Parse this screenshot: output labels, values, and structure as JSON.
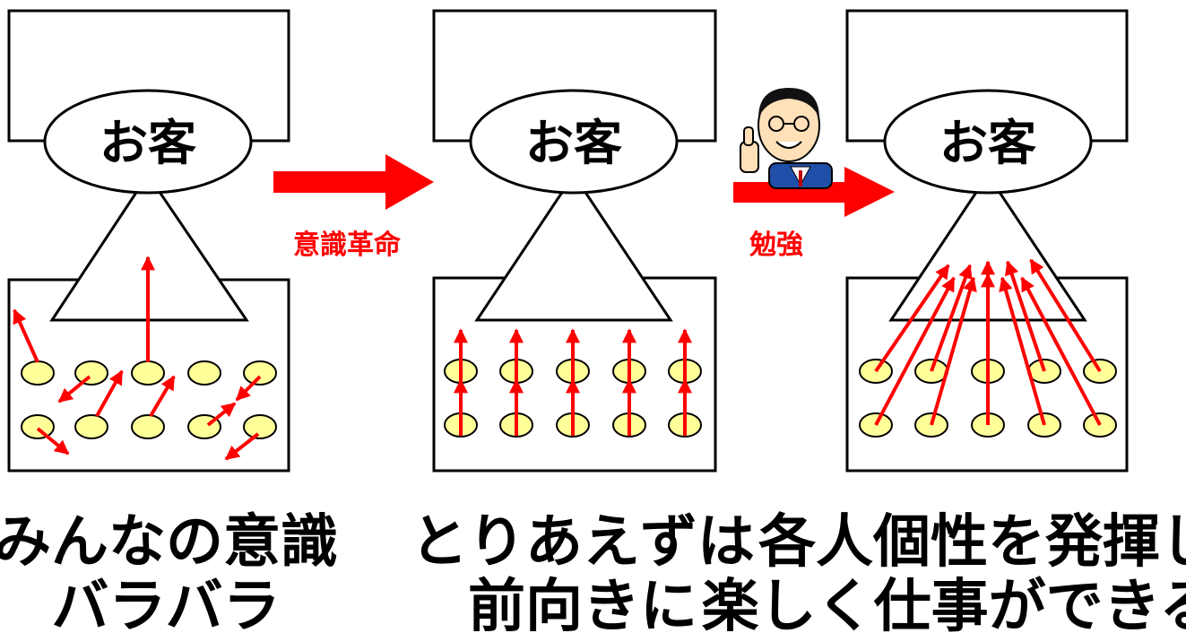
{
  "colors": {
    "accent": "#ff0000",
    "dot_fill": "#ffff99",
    "line": "#000000",
    "background": "#ffffff"
  },
  "panels": [
    {
      "customer_label": "お客",
      "caption_line1": "みんなの意識",
      "caption_line2": "バラバラ"
    },
    {
      "customer_label": "お客",
      "caption_line1": "とりあえずは",
      "caption_line2": "前向きに"
    },
    {
      "customer_label": "お客",
      "caption_line1": "各人個性を発揮し",
      "caption_line2": "楽しく仕事ができる！"
    }
  ],
  "transitions": [
    {
      "label": "意識革命"
    },
    {
      "label": "勉強",
      "icon": "consultant-thumbs-up-icon"
    }
  ]
}
